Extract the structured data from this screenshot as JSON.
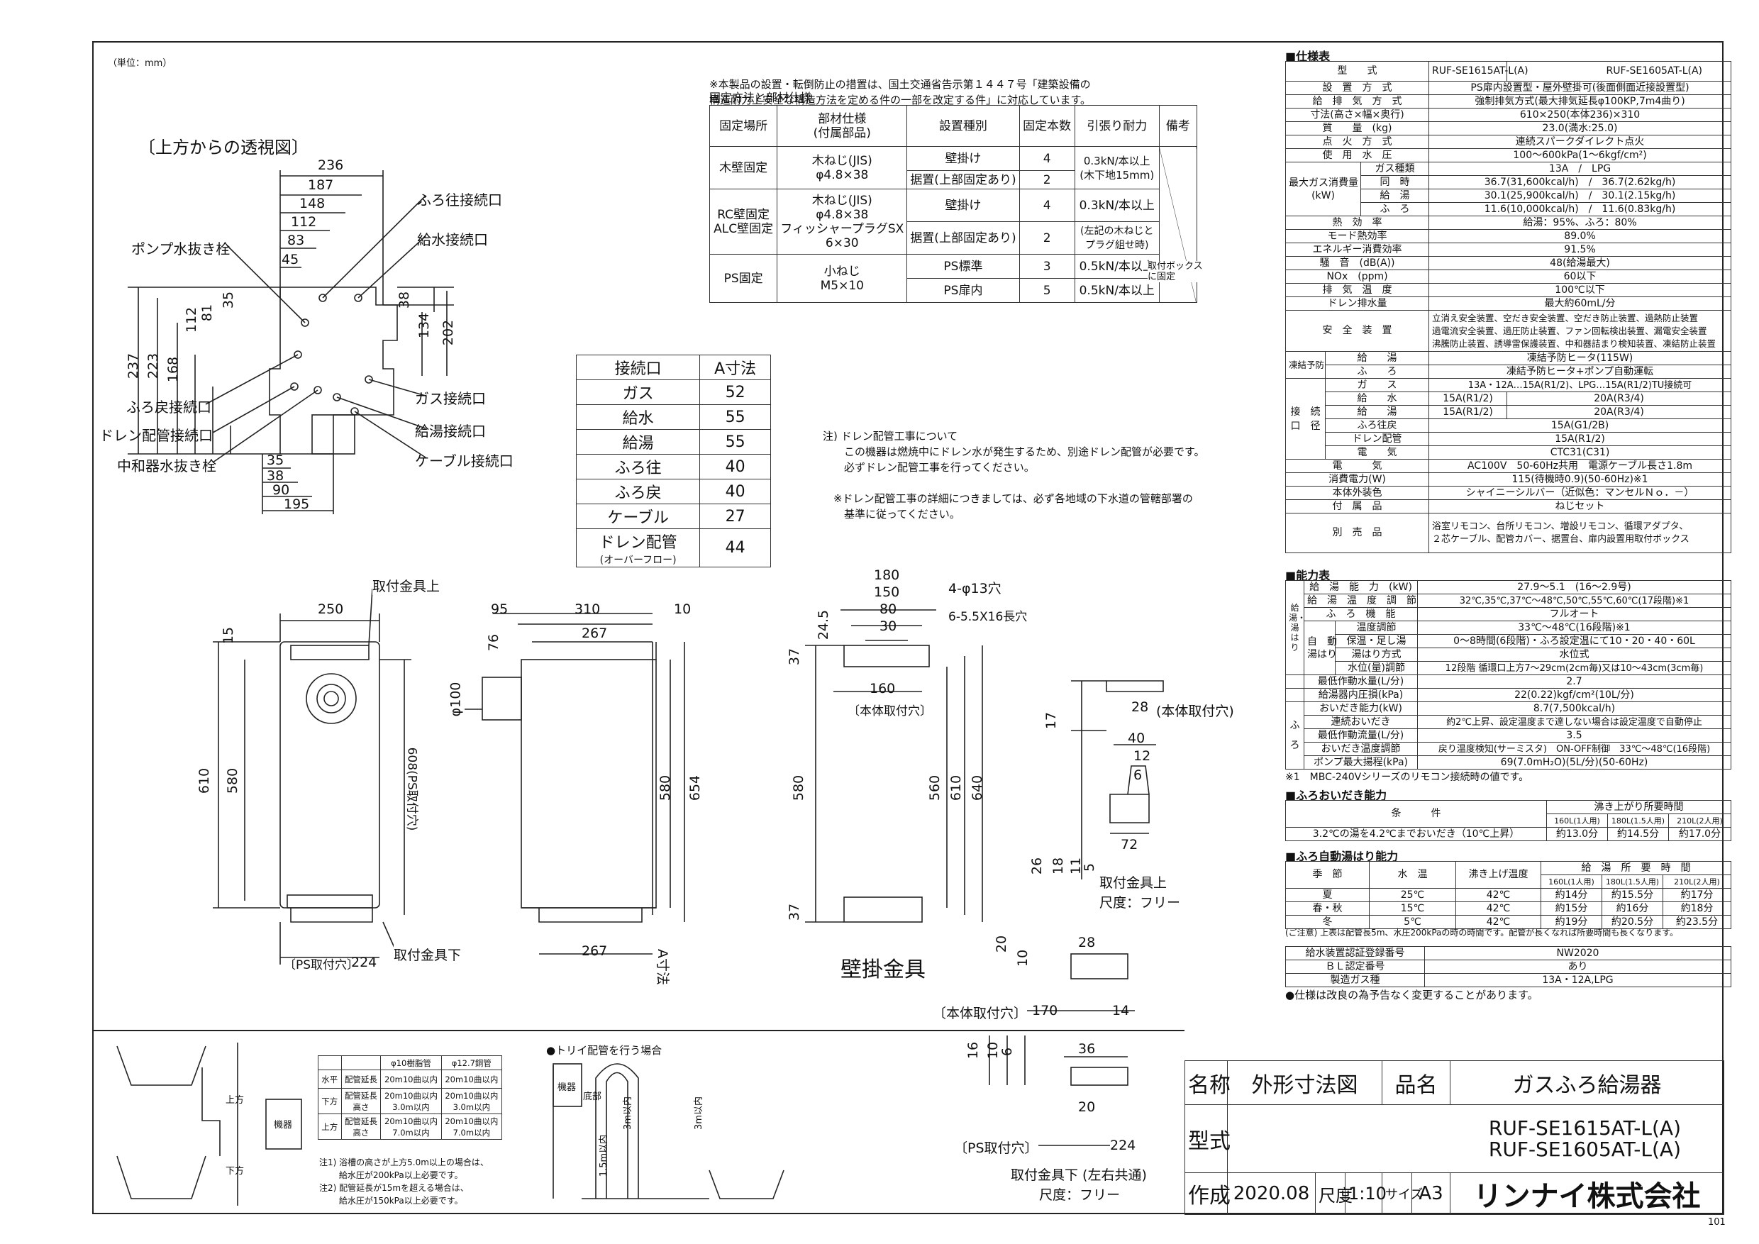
{
  "unit": "（単位：mm）",
  "top_note": [
    "※本製品の設置・転倒防止の措置は、国土交通省告示第１４４７号「建築設備の",
    "構造耐力上安全な構造方法を定める件の一部を改定する件」に対応しています。"
  ],
  "fix_title": "固定方法と部材仕様",
  "fix_headers": [
    "固定場所",
    "部材仕様\n(付属部品)",
    "設置種別",
    "固定本数",
    "引張り耐力",
    "備考"
  ],
  "fix_rows": {
    "wood": {
      "place": "木壁固定",
      "parts": "木ねじ(JIS)\nφ4.8×38",
      "r1": [
        "壁掛け",
        "4",
        "0.3kN/本以上\n(木下地15mm)"
      ],
      "r2": [
        "据置(上部固定あり)",
        "2"
      ]
    },
    "rc": {
      "place": "RC壁固定\nALC壁固定",
      "parts": "木ねじ(JIS)\nφ4.8×38\nフィッシャープラグSX\n6×30",
      "r1": [
        "壁掛け",
        "4",
        "0.3kN/本以上"
      ],
      "r2": [
        "据置(上部固定あり)",
        "2",
        "(左記の木ねじと\nプラグ組せ時)"
      ]
    },
    "ps": {
      "place": "PS固定",
      "parts": "小ねじ\nM5×10",
      "r1": [
        "PS標準",
        "3",
        "0.5kN/本以上"
      ],
      "r2": [
        "PS扉内",
        "5",
        "0.5kN/本以上",
        "取付ボックス\nに固定"
      ]
    }
  },
  "top_view": {
    "title": "〔上方からの透視図〕",
    "labels": [
      "ポンプ水抜き栓",
      "ふろ往接続口",
      "給水接続口",
      "ふろ戻接続口",
      "ドレン配管接続口",
      "中和器水抜き栓",
      "ガス接続口",
      "給湯接続口",
      "ケーブル接続口"
    ],
    "dims_top": [
      "236",
      "187",
      "148",
      "112",
      "83",
      "45"
    ],
    "dims_left": [
      "237",
      "223",
      "168",
      "112",
      "81",
      "35"
    ],
    "dims_right": [
      "38",
      "134",
      "202"
    ],
    "dims_bottom": [
      "35",
      "38",
      "90",
      "195"
    ]
  },
  "a_table": {
    "headers": [
      "接続口",
      "A寸法"
    ],
    "rows": [
      [
        "ガス",
        "52"
      ],
      [
        "給水",
        "55"
      ],
      [
        "給湯",
        "55"
      ],
      [
        "ふろ往",
        "40"
      ],
      [
        "ふろ戻",
        "40"
      ],
      [
        "ケーブル",
        "27"
      ],
      [
        "ドレン配管",
        "44"
      ]
    ],
    "drain_sub": "(オーバーフロー)"
  },
  "drain_note": "注) ドレン配管工事について\n　　この機器は燃焼中にドレン水が発生するため、別途ドレン配管が必要です。\n　　必ずドレン配管工事を行ってください。\n\n　※ドレン配管工事の詳細につきましては、必ず各地域の下水道の管轄部署の\n　　基準に従ってください。",
  "front_view": {
    "label_top": "取付金具上",
    "label_bottom": "取付金具下",
    "ps": "〔PS取付穴〕",
    "dims": [
      "250",
      "15",
      "610",
      "580",
      "608(PS取付穴)",
      "224"
    ]
  },
  "side_view": {
    "dims": [
      "95",
      "310",
      "10",
      "267",
      "76",
      "φ100",
      "580",
      "654",
      "267",
      "A寸法"
    ]
  },
  "bracket_view": {
    "title": "壁掛金具",
    "dims": [
      "180",
      "150",
      "80",
      "30",
      "24.5",
      "37",
      "160",
      "4-φ13穴",
      "6-5.5X16長穴",
      "580",
      "560",
      "610",
      "640",
      "37"
    ],
    "hole": "〔本体取付穴〕"
  },
  "small_upper": {
    "dims": [
      "17",
      "28",
      "40",
      "12",
      "6",
      "72",
      "26",
      "18",
      "11",
      "5"
    ],
    "hole": "(本体取付穴)",
    "label": "取付金具上",
    "scale": "尺度：フリー"
  },
  "small_lower": {
    "dims": [
      "20",
      "28",
      "10",
      "170",
      "14",
      "16",
      "10",
      "6",
      "36",
      "20",
      "224"
    ],
    "hole": "〔本体取付穴〕",
    "ps": "〔PS取付穴〕",
    "label": "取付金具下 (左右共通)",
    "scale": "尺度：フリー"
  },
  "spec": {
    "section": "■仕様表",
    "header": [
      "型　　式",
      "RUF-SE1615AT-L(A)",
      "RUF-SE1605AT-L(A)"
    ],
    "rows_single": [
      [
        "設　置　方　式",
        "PS扉内設置型・屋外壁掛可(後面側面近接設置型)"
      ],
      [
        "給　排　気　方　式",
        "強制排気方式(最大排気延長φ100KP,7m4曲り)"
      ],
      [
        "寸法(高さ×幅×奥行)",
        "610×250(本体236)×310"
      ],
      [
        "質　　量　(kg)",
        "23.0(満水:25.0)"
      ],
      [
        "点　火　方　式",
        "連続スパークダイレクト点火"
      ],
      [
        "使　用　水　圧",
        "100～600kPa(1～6kgf/cm²)"
      ]
    ],
    "gas_label": "最大ガス消費量\n(kW)",
    "gas_rows": [
      [
        "ガス種類",
        "13A　/　LPG"
      ],
      [
        "同　時",
        "36.7(31,600kcal/h)　/　36.7(2.62kg/h)"
      ],
      [
        "給　湯",
        "30.1(25,900kcal/h)　/　30.1(2.15kg/h)"
      ],
      [
        "ふ　ろ",
        "11.6(10,000kcal/h)　/　11.6(0.83kg/h)"
      ]
    ],
    "rows_single2": [
      [
        "熱　効　率",
        "給湯：95%、ふろ：80%"
      ],
      [
        "モード熱効率",
        "89.0%"
      ],
      [
        "エネルギー消費効率",
        "91.5%"
      ],
      [
        "騒　音　(dB(A))",
        "48(給湯最大)"
      ],
      [
        "NOx　(ppm)",
        "60以下"
      ],
      [
        "排　気　温　度",
        "100℃以下"
      ],
      [
        "ドレン排水量",
        "最大約60mL/分"
      ]
    ],
    "safety_label": "安　全　装　置",
    "safety_text": "立消え安全装置、空だき安全装置、空だき防止装置、過熱防止装置\n過電流安全装置、過圧防止装置、ファン回転検出装置、漏電安全装置\n沸騰防止装置、誘導雷保護装置、中和器詰まり検知装置、凍結防止装置",
    "freeze_label": "凍結予防",
    "freeze_rows": [
      [
        "給　　湯",
        "凍結予防ヒータ(115W)"
      ],
      [
        "ふ　　ろ",
        "凍結予防ヒータ+ポンプ自動運転"
      ]
    ],
    "conn_label": "接　続\n口　径",
    "conn_gas": [
      "ガ　　ス",
      "13A・12A…15A(R1/2)、LPG…15A(R1/2)TU接続可"
    ],
    "conn_split": [
      [
        "給　　水",
        "15A(R1/2)",
        "20A(R3/4)"
      ],
      [
        "給　　湯",
        "15A(R1/2)",
        "20A(R3/4)"
      ]
    ],
    "conn_single": [
      [
        "ふろ往戻",
        "15A(G1/2B)"
      ],
      [
        "ドレン配管",
        "15A(R1/2)"
      ],
      [
        "電　　気",
        "CTC31(C31)"
      ]
    ],
    "rows_single3": [
      [
        "電　　　気",
        "AC100V　50-60Hz共用　電源ケーブル長さ1.8m"
      ],
      [
        "消費電力(W)",
        "115(待機時0.9)(50-60Hz)※1"
      ],
      [
        "本体外装色",
        "シャイニーシルバー（近似色：マンセルＮｏ．－）"
      ],
      [
        "付　属　品",
        "ねじセット"
      ]
    ],
    "options_label": "別　売　品",
    "options_text": "浴室リモコン、台所リモコン、増設リモコン、循環アダプタ、\n２芯ケーブル、配管カバー、据置台、扉内設置用取付ボックス"
  },
  "capacity": {
    "section": "■能力表",
    "rows": [
      [
        "給　湯　能　力　(kW)",
        "27.9～5.1　(16～2.9号)"
      ],
      [
        "給　湯　温　度　調　節",
        "32℃,35℃,37℃～48℃,50℃,55℃,60℃(17段階)※1"
      ],
      [
        "ふ　ろ　機　能",
        "フルオート"
      ]
    ],
    "side1": "給湯・湯はり",
    "auto_label": "自　動\n湯はり",
    "auto_rows": [
      [
        "温度調節",
        "33℃～48℃(16段階)※1"
      ],
      [
        "保温・足し湯",
        "0～8時間(6段階)・ふろ設定温にて10・20・40・60L"
      ],
      [
        "湯はり方式",
        "水位式"
      ],
      [
        "水位(量)調節",
        "12段階 循環口上方7～29cm(2cm毎)又は10～43cm(3cm毎)"
      ]
    ],
    "rows2": [
      [
        "最低作動水量(L/分)",
        "2.7"
      ],
      [
        "給湯器内圧損(kPa)",
        "22(0.22)kgf/cm²(10L/分)"
      ]
    ],
    "side2": "ふ\n\nろ",
    "rows3": [
      [
        "おいだき能力(kW)",
        "8.7(7,500kcal/h)"
      ],
      [
        "連続おいだき",
        "約2℃上昇、設定温度まで達しない場合は設定温度で自動停止"
      ],
      [
        "最低作動流量(L/分)",
        "3.5"
      ],
      [
        "おいだき温度調節",
        "戻り温度検知(サーミスタ)　ON-OFF制御　33℃～48℃(16段階)"
      ],
      [
        "ポンプ最大揚程(kPa)",
        "69(7.0mH₂O)(5L/分)(50-60Hz)"
      ]
    ],
    "note": "※1　MBC-240Vシリーズのリモコン接続時の値です。"
  },
  "oidaki": {
    "section": "■ふろおいだき能力",
    "h1": "条　　　件",
    "h2": "沸き上がり所要時間",
    "sub": [
      "160L(1人用)",
      "180L(1.5人用)",
      "210L(2人用)"
    ],
    "row": [
      "3.2℃の湯を4.2℃までおいだき（10℃上昇）",
      "約13.0分",
      "約14.5分",
      "約17.0分"
    ]
  },
  "auto_fill": {
    "section": "■ふろ自動湯はり能力",
    "headers": [
      "季　節",
      "水　温",
      "沸き上げ温度",
      "給　湯　所　要　時　間"
    ],
    "sub": [
      "160L(1人用)",
      "180L(1.5人用)",
      "210L(2人用)"
    ],
    "rows": [
      [
        "夏",
        "25℃",
        "42℃",
        "約14分",
        "約15.5分",
        "約17分"
      ],
      [
        "春・秋",
        "15℃",
        "42℃",
        "約15分",
        "約16分",
        "約18分"
      ],
      [
        "冬",
        "5℃",
        "42℃",
        "約19分",
        "約20.5分",
        "約23.5分"
      ]
    ],
    "note": "(ご注意) 上表は配管長5m、水圧200kPaの時の時間です。配管が長くなれば所要時間も長くなります。"
  },
  "cert": {
    "rows": [
      [
        "給水装置認証登録番号",
        "NW2020"
      ],
      [
        "ＢＬ認定番号",
        "あり"
      ],
      [
        "製造ガス種",
        "13A・12A,LPG"
      ]
    ],
    "note": "●仕様は改良の為予告なく変更することがあります。"
  },
  "piping": {
    "table_headers": [
      "",
      "",
      "φ10樹脂管",
      "φ12.7銅管"
    ],
    "rows": [
      [
        "水平",
        "配管延長",
        "20m10曲以内",
        "20m10曲以内"
      ],
      [
        "下方",
        "配管延長\n高さ",
        "20m10曲以内\n3.0m以内",
        "20m10曲以内\n3.0m以内"
      ],
      [
        "上方",
        "配管延長\n高さ",
        "20m10曲以内\n7.0m以内",
        "20m10曲以内\n7.0m以内"
      ]
    ],
    "notes": "注1) 浴槽の高さが上方5.0m以上の場合は、\n　　 給水圧が200kPa以上必要です。\n注2) 配管延長が15mを超える場合は、\n　　 給水圧が150kPa以上必要です。",
    "trap_title": "●トリイ配管を行う場合",
    "labels": [
      "上方",
      "下方",
      "機器",
      "機器",
      "底部",
      "1.5m以内",
      "3m以内",
      "3m以内"
    ]
  },
  "title_block": {
    "name_label": "名称",
    "name": "外形寸法図",
    "product_label": "品名",
    "product": "ガスふろ給湯器",
    "model_label": "型式",
    "model1": "RUF-SE1615AT-L(A)",
    "model2": "RUF-SE1605AT-L(A)",
    "made_label": "作成",
    "date": "2020.08",
    "scale_label": "尺度",
    "scale": "1:10",
    "size_label": "サイズ",
    "size": "A3",
    "company": "リンナイ株式会社"
  },
  "page_no": "101"
}
